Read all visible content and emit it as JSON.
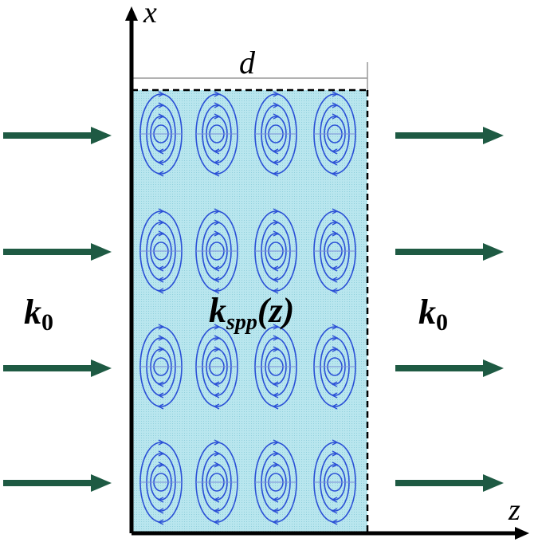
{
  "labels": {
    "x_axis": "x",
    "z_axis": "z",
    "width": "d",
    "k_left_main": "k",
    "k_left_sub": "0",
    "k_right_main": "k",
    "k_right_sub": "0",
    "kspp_main": "k",
    "kspp_sub": "spp",
    "kspp_arg": "(z)"
  },
  "colors": {
    "slab_fill": "#b9e6ee",
    "field_lines": "#2a4fd6",
    "arrows": "#1e5a43",
    "axis": "#000000"
  },
  "field_grid": {
    "rows": 4,
    "cols": 4
  }
}
